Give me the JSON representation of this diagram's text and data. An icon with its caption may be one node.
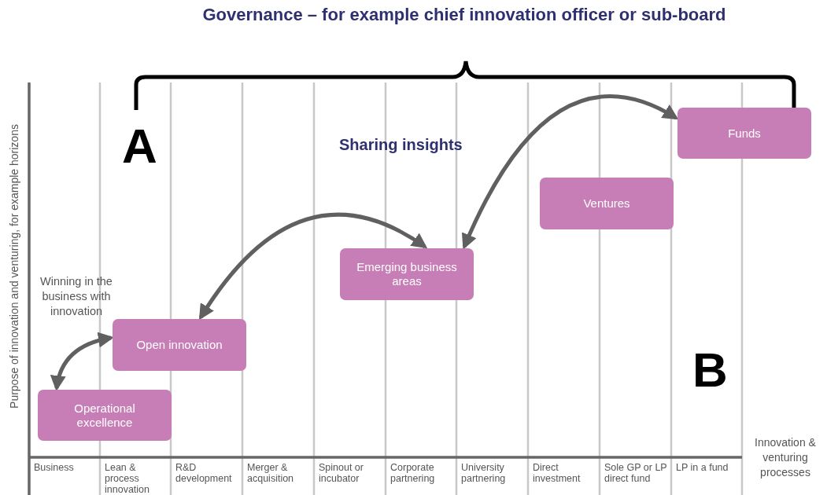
{
  "diagram": {
    "title": "Governance – for example chief innovation officer or sub-board",
    "nodes": [
      {
        "text": [
          "Operational excellence"
        ]
      },
      {
        "text": [
          "Open innovation"
        ]
      },
      {
        "text": [
          "Emerging business areas"
        ]
      },
      {
        "text": [
          "Ventures"
        ]
      },
      {
        "text": [
          "Funds"
        ]
      }
    ],
    "edges": [
      {
        "from": 0,
        "to": 1,
        "arrow": "both"
      },
      {
        "from": 1,
        "to": 2,
        "arrow": "both"
      },
      {
        "from": 2,
        "to": 4,
        "arrow": "both"
      }
    ],
    "labels": [
      "A",
      "Sharing insights",
      "Winning in the business with innovation",
      "B",
      "Purpose of innovation and venturing, for example horizons",
      "Business",
      "Lean & process innovation",
      "R&D development",
      "Merger & acquisition",
      "Spinout or incubator",
      "Corporate partnering",
      "University partnering",
      "Direct investment",
      "Sole GP or LP direct fund",
      "LP in a fund",
      "Innovation & venturing processes"
    ]
  }
}
